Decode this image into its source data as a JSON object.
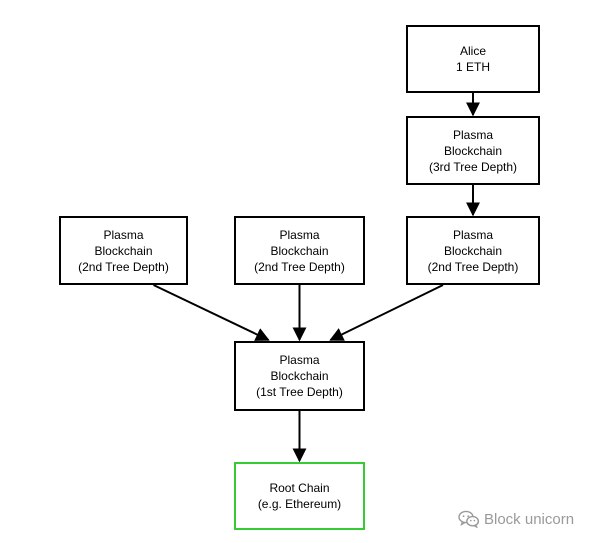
{
  "diagram": {
    "nodes": [
      {
        "id": "alice",
        "lines": [
          "Alice",
          "1 ETH"
        ]
      },
      {
        "id": "depth3",
        "lines": [
          "Plasma",
          "Blockchain",
          "(3rd Tree Depth)"
        ]
      },
      {
        "id": "depth2-left",
        "lines": [
          "Plasma",
          "Blockchain",
          "(2nd Tree Depth)"
        ]
      },
      {
        "id": "depth2-middle",
        "lines": [
          "Plasma",
          "Blockchain",
          "(2nd Tree Depth)"
        ]
      },
      {
        "id": "depth2-right",
        "lines": [
          "Plasma",
          "Blockchain",
          "(2nd Tree Depth)"
        ]
      },
      {
        "id": "depth1",
        "lines": [
          "Plasma",
          "Blockchain",
          "(1st Tree Depth)"
        ]
      },
      {
        "id": "root",
        "lines": [
          "Root Chain",
          "(e.g. Ethereum)"
        ]
      }
    ],
    "edges": [
      {
        "from": "alice",
        "to": "depth3"
      },
      {
        "from": "depth3",
        "to": "depth2-right"
      },
      {
        "from": "depth2-left",
        "to": "depth1"
      },
      {
        "from": "depth2-middle",
        "to": "depth1"
      },
      {
        "from": "depth2-right",
        "to": "depth1"
      },
      {
        "from": "depth1",
        "to": "root"
      }
    ]
  },
  "colors": {
    "node_border": "#000000",
    "root_border": "#33cc33",
    "edge": "#000000",
    "watermark": "#9a9a9a"
  },
  "watermark": {
    "text": "Block unicorn",
    "icon": "wechat-icon"
  }
}
